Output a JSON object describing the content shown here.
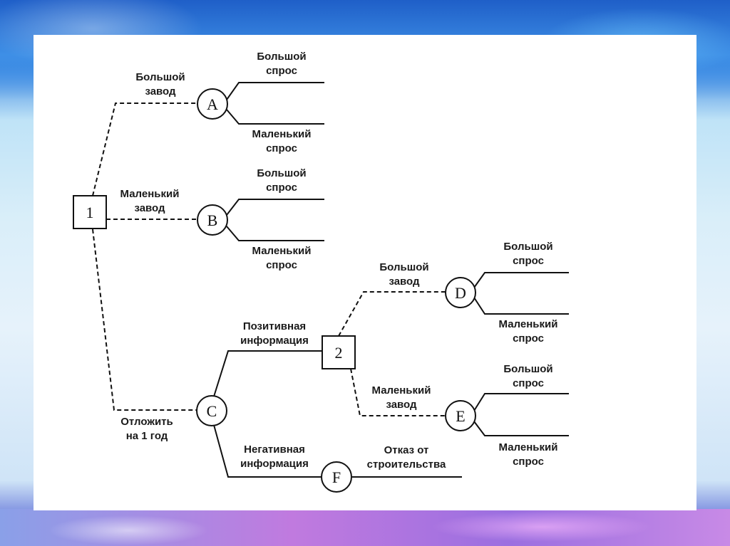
{
  "nodes": {
    "n1": "1",
    "n2": "2",
    "A": "A",
    "B": "B",
    "C": "C",
    "D": "D",
    "E": "E",
    "F": "F"
  },
  "labels": {
    "big_plant": [
      "Большой",
      "завод"
    ],
    "small_plant": [
      "Маленький",
      "завод"
    ],
    "postpone": [
      "Отложить",
      "на 1 год"
    ],
    "big_demand": [
      "Большой",
      "спрос"
    ],
    "small_demand": [
      "Маленький",
      "спрос"
    ],
    "positive_info": [
      "Позитивная",
      "информация"
    ],
    "negative_info": [
      "Негативная",
      "информация"
    ],
    "refuse_build": [
      "Отказ от",
      "строительства"
    ],
    "big_plant_2": [
      "Большой",
      "завод"
    ],
    "small_plant_2": [
      "Маленький",
      "завод"
    ],
    "big_demand_d": [
      "Большой",
      "спрос"
    ],
    "small_demand_d": [
      "Маленький",
      "спрос"
    ],
    "big_demand_e": [
      "Большой",
      "спрос"
    ],
    "small_demand_e": [
      "Маленький",
      "спрос"
    ],
    "big_demand_b": [
      "Большой",
      "спрос"
    ],
    "small_demand_b": [
      "Маленький",
      "спрос"
    ]
  },
  "colors": {
    "line": "#111111",
    "slide_bg": "#ffffff"
  }
}
